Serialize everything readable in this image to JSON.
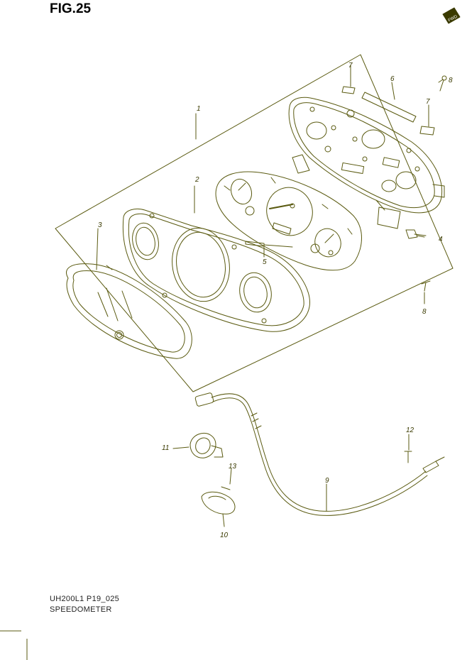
{
  "figure": {
    "title": "FIG.25",
    "code": "UH200L1 P19_025",
    "name": "SPEEDOMETER",
    "fwd_badge": "FWD"
  },
  "callouts": [
    "1",
    "2",
    "3",
    "4",
    "5",
    "6",
    "7",
    "7",
    "8",
    "8",
    "9",
    "10",
    "11",
    "12",
    "13"
  ],
  "colors": {
    "line": "#5a5a10",
    "text": "#3a3a00"
  }
}
